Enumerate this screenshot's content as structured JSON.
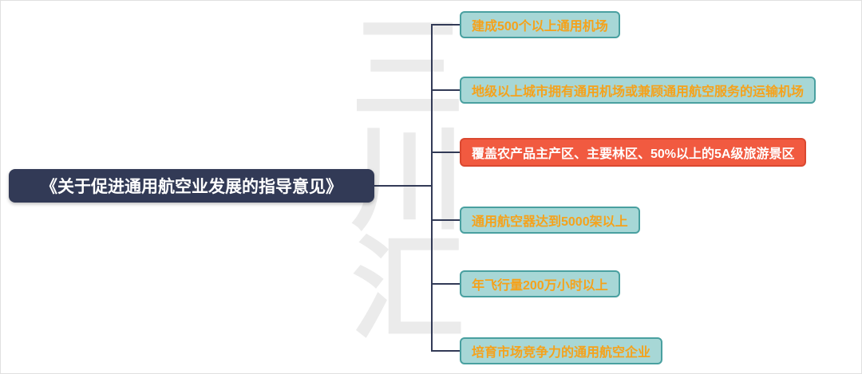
{
  "root": {
    "label": "《关于促进通用航空业发展的指导意见》"
  },
  "branches": [
    {
      "label": "建成500个以上通用机场",
      "style": "teal"
    },
    {
      "label": "地级以上城市拥有通用机场或兼顾通用航空服务的运输机场",
      "style": "teal"
    },
    {
      "label": "覆盖农产品主产区、主要林区、50%以上的5A级旅游景区",
      "style": "red"
    },
    {
      "label": "通用航空器达到5000架以上",
      "style": "teal"
    },
    {
      "label": "年飞行量200万小时以上",
      "style": "teal"
    },
    {
      "label": "培育市场竞争力的通用航空企业",
      "style": "teal"
    }
  ],
  "watermark": {
    "chars": [
      "三",
      "川",
      "汇"
    ]
  },
  "colors": {
    "root_bg": "#323a56",
    "root_text": "#ffffff",
    "teal_bg": "#a7d7d6",
    "teal_border": "#49a0a0",
    "teal_text": "#f5a21b",
    "red_bg": "#f15a40",
    "red_text": "#ffffff",
    "line": "#323a56",
    "background": "#ffffff"
  }
}
